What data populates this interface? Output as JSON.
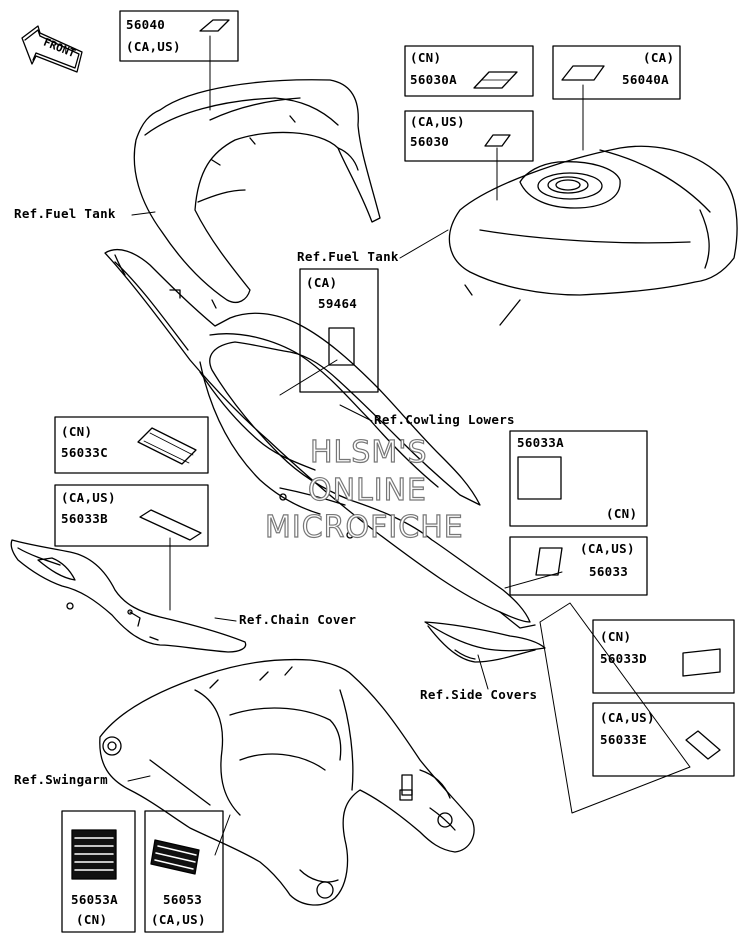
{
  "front_label": "FRONT",
  "parts": {
    "p56040": {
      "num": "56040",
      "region": "(CA,US)"
    },
    "p56030A": {
      "region": "(CN)",
      "num": "56030A"
    },
    "p56040A": {
      "region": "(CA)",
      "num": "56040A"
    },
    "p56030": {
      "region": "(CA,US)",
      "num": "56030"
    },
    "p59464": {
      "region": "(CA)",
      "num": "59464"
    },
    "p56033C": {
      "region": "(CN)",
      "num": "56033C"
    },
    "p56033B": {
      "region": "(CA,US)",
      "num": "56033B"
    },
    "p56033A": {
      "num": "56033A",
      "region": "(CN)"
    },
    "p56033": {
      "region": "(CA,US)",
      "num": "56033"
    },
    "p56033D": {
      "region": "(CN)",
      "num": "56033D"
    },
    "p56033E": {
      "region": "(CA,US)",
      "num": "56033E"
    },
    "p56053A": {
      "num": "56053A",
      "region": "(CN)"
    },
    "p56053": {
      "num": "56053",
      "region": "(CA,US)"
    }
  },
  "refs": {
    "fuel_tank_left": "Ref.Fuel Tank",
    "fuel_tank_right": "Ref.Fuel Tank",
    "cowling_lowers": "Ref.Cowling Lowers",
    "chain_cover": "Ref.Chain Cover",
    "side_covers": "Ref.Side Covers",
    "swingarm": "Ref.Swingarm"
  },
  "watermark": [
    "HLSM'S",
    "ONLINE",
    "MICROFICHE"
  ]
}
